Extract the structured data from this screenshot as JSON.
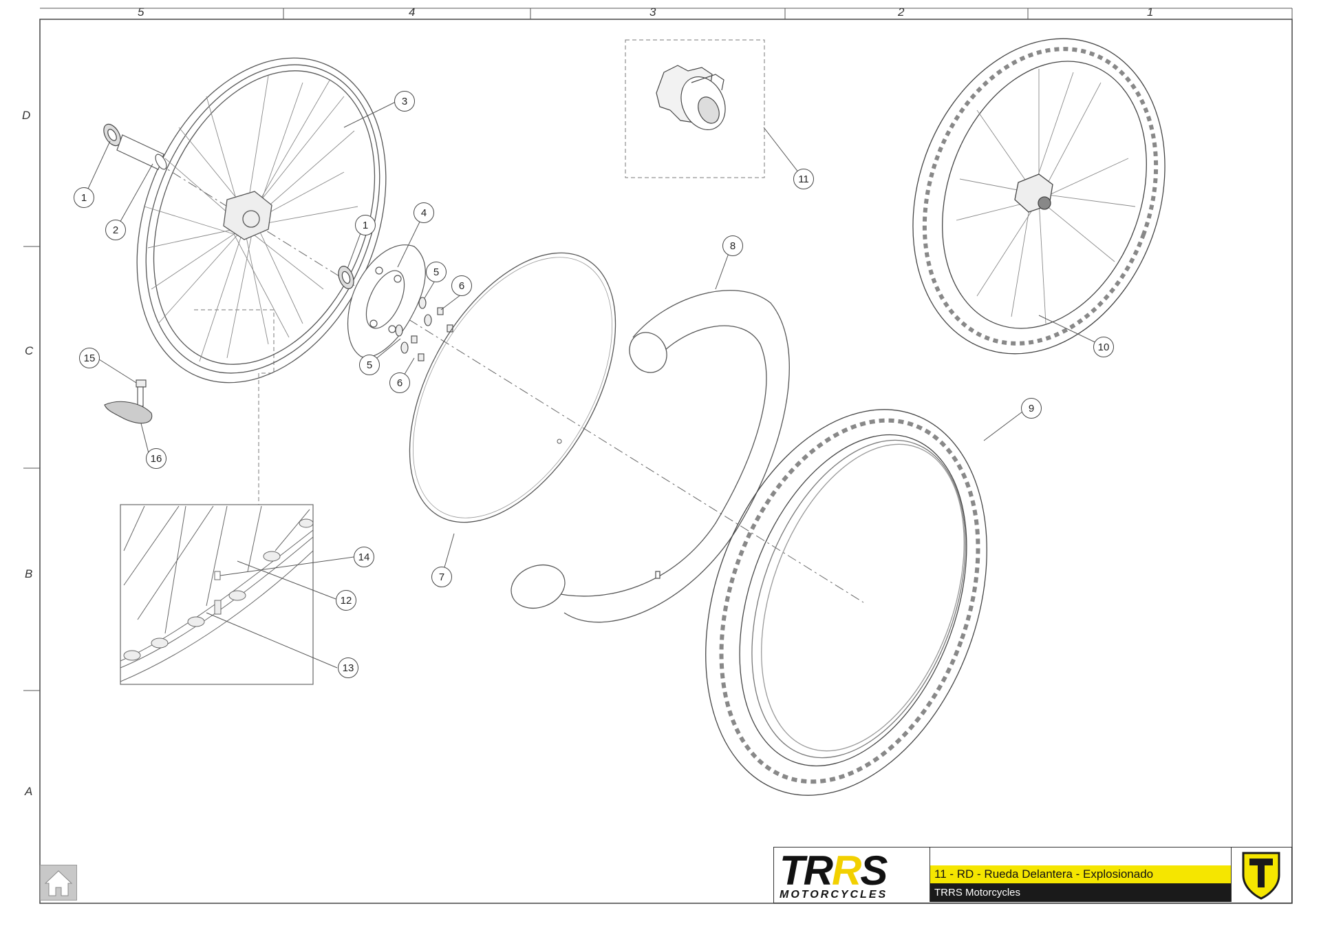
{
  "grid": {
    "columns": [
      "5",
      "4",
      "3",
      "2",
      "1"
    ],
    "rows": [
      "D",
      "C",
      "B",
      "A"
    ]
  },
  "callouts": [
    "1",
    "2",
    "3",
    "1",
    "4",
    "5",
    "6",
    "5",
    "6",
    "15",
    "16",
    "7",
    "8",
    "11",
    "10",
    "9",
    "14",
    "12",
    "13"
  ],
  "title_block": {
    "brand_part1": "TR",
    "brand_accent": "R",
    "brand_part2": "S",
    "brand_sub": "MOTORCYCLES",
    "drawing_title": "11 - RD - Rueda Delantera - Explosionado",
    "company": "TRRS Motorcycles"
  },
  "colors": {
    "accent_yellow": "#f5e600",
    "title_dark": "#1a1a1a",
    "line": "#555555"
  },
  "icons": {
    "home": "home-icon",
    "emblem": "trrs-shield-icon"
  }
}
